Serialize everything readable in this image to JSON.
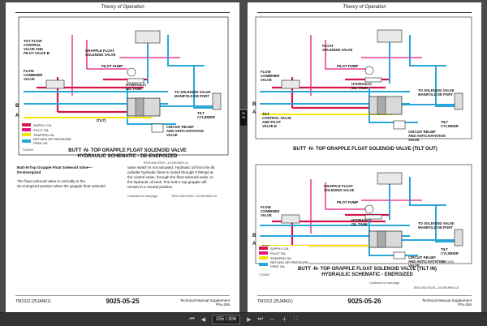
{
  "header": {
    "left": "Theory of Operation",
    "right": "Theory of Operation"
  },
  "left": {
    "labels": {
      "tilt": "TILT FLOW\nCONTROL\nVALVE AND\nPILOT VALVE B",
      "grapple": "GRAPPLE FLOAT\nSOLENOID VALVE",
      "pump": "PILOT PUMP",
      "flow": "FLOW\nCOMBINER\nVALVE",
      "tank": "HYDRAULIC\nOIL TANK",
      "tosol": "TO SOLENOID VALVE\nMANIFOLD DE PORT",
      "b": "B",
      "a": "A",
      "tiltL": "(TILT)",
      "cyl": "TILT\nCYLINDER",
      "relief": "CIRCUIT RELIEF\nAND ANTICAVITATION\nVALVE"
    },
    "legend": [
      {
        "label": "SUPPLY OIL",
        "color": "#d6174a"
      },
      {
        "label": "PILOT OIL",
        "color": "#e8167e"
      },
      {
        "label": "TRAPPED OIL",
        "color": "#f2e500"
      },
      {
        "label": "RETURN OR PRESSURE\nFREE OIL",
        "color": "#2aa6d8"
      }
    ],
    "ref": "T126005",
    "refR": "ERCL0001TSLR—19-09JUN09-1/1",
    "title": "BUTT -N- TOP GRAPPLE FLOAT SOLENOID VALVE\nHYDRAULIC SCHEMATIC - DE-ENERGIZED",
    "body_head": "Butt-N-Top Grapple Float Solenoid Valve—\nDe-Energized",
    "body1": "The float solenoid valve is normally in the\nde-energized position when the grapple float solenoid",
    "body2": "valve switch is not actuated. Hydraulic oil from the tilt\ncylinder hydraulic lines is routed through T-fittings at\nthe control valve, through the float solenoid valve, to\nthe hydraulic oil tank. The butt-n-top grapple will\nremain in a neutral position.",
    "cont": "Continued on next page",
    "contref": "ERCL0001TSLR—19-09JUN09-1/2",
    "footer": {
      "left": "TM1912 (25JAN01)",
      "center": "9025-05-25",
      "right": "Technical Manual Supplement\nPN=255"
    }
  },
  "right": {
    "top": {
      "labels": {
        "grapple": "FLOAT\nSOLENOID VALVE",
        "pump": "PILOT PUMP",
        "flow": "FLOW\nCOMBINER\nVALVE",
        "tank": "HYDRAULIC\nOIL TANK",
        "tosol": "TO SOLENOID VALVE\nMANIFOLD DE PORT",
        "b": "B",
        "a": "A",
        "tilt": "TILT\nCONTROL VALVE\nAND PILOT\nVALVE B",
        "cyl": "TILT\nCYLINDER",
        "relief": "CIRCUIT RELIEF\nAND ANTICAVITATION\nVALVE"
      },
      "title": "BUTT -N- TOP GRAPPLE FLOAT SOLENOID VALVE (TILT OUT)"
    },
    "bottom": {
      "labels": {
        "grapple": "GRAPPLE FLOAT\nSOLENOID VALVE",
        "pump": "PILOT PUMP",
        "flow": "FLOW\nCOMBINER\nVALVE",
        "tank": "HYDRAULIC\nOIL TANK",
        "tosol": "TO SOLENOID VALVE\nMANIFOLD DE PORT",
        "b": "B",
        "a": "A",
        "tilt": "TILT\nCONTROL VALVE\nAND PILOT\nVALVE B",
        "cyl": "TILT\nCYLINDER",
        "relief": "CIRCUIT RELIEF\nAND ANTICAVITATION\nVALVE"
      },
      "title": "BUTT -N- TOP GRAPPLE FLOAT SOLENOID VALVE (TILT IN)\nHYDRAULIC SCHEMATIC - ENERGIZED"
    },
    "legend": [
      {
        "label": "SUPPLY OIL",
        "color": "#d6174a"
      },
      {
        "label": "PILOT OIL",
        "color": "#e8167e"
      },
      {
        "label": "TRAPPED OIL",
        "color": "#f2e500"
      },
      {
        "label": "RETURN OR PRESSURE\nFREE OIL",
        "color": "#2aa6d8"
      }
    ],
    "ref": "T126007",
    "refR": "ALL01808",
    "cont": "Continued on next page",
    "contref": "ERCL0001TSLR—19-09JUN09-1/3",
    "footer": {
      "left": "TM1912 (25JAN01)",
      "center": "9025-05-26",
      "right": "Technical Manual Supplement\nPN=256"
    }
  },
  "tab": "9025\n05\n25",
  "toolbar": {
    "page": "255 / 306"
  }
}
